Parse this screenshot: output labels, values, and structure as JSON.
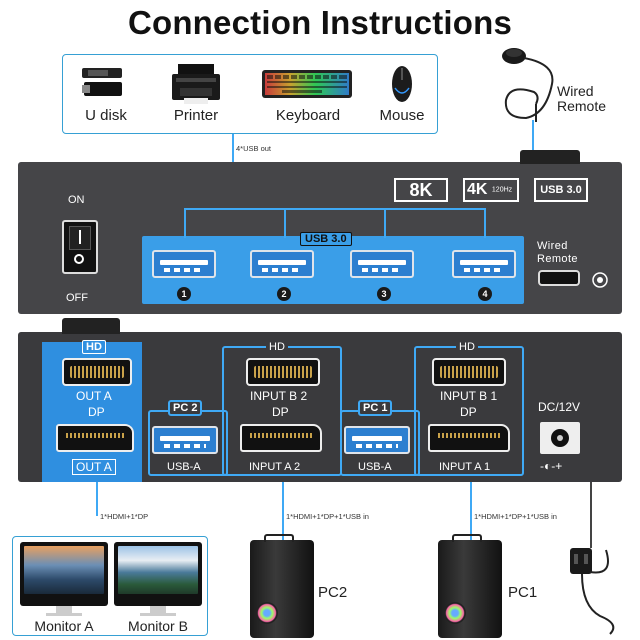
{
  "title": "Connection Instructions",
  "peripherals": [
    {
      "label": "U disk",
      "icon": "usb-drive-icon"
    },
    {
      "label": "Printer",
      "icon": "printer-icon"
    },
    {
      "label": "Keyboard",
      "icon": "keyboard-icon"
    },
    {
      "label": "Mouse",
      "icon": "mouse-icon"
    }
  ],
  "usb_out_note": "4*USB out",
  "wired_remote_top": "Wired\nRemote",
  "front": {
    "on": "ON",
    "off": "OFF",
    "badges": {
      "eightk": "8K",
      "fourk": "4K",
      "hz": "120Hz",
      "usb3": "USB 3.0"
    },
    "usb_label": "USB 3.0",
    "usb_ports": [
      "1",
      "2",
      "3",
      "4"
    ],
    "wired_remote": "Wired\nRemote"
  },
  "back": {
    "hd": "HD",
    "out_a": "OUT A",
    "dp": "DP",
    "out_a2": "OUT A",
    "pc2": "PC 2",
    "pc1": "PC 1",
    "input_b2": "INPUT B 2",
    "input_b1": "INPUT B 1",
    "input_a2": "INPUT A 2",
    "input_a1": "INPUT A 1",
    "usb_a": "USB-A",
    "dc": "DC/12V",
    "dc_symbol": "-◐-+"
  },
  "notes": {
    "monitors": "1*HDMI+1*DP",
    "pc2": "1*HDMI+1*DP+1*USB in",
    "pc1": "1*HDMI+1*DP+1*USB in"
  },
  "labels": {
    "monitor_a": "Monitor A",
    "monitor_b": "Monitor B",
    "pc2": "PC2",
    "pc1": "PC1"
  },
  "colors": {
    "accent": "#3fa9f5",
    "usb_blue": "#2c7fd0",
    "panel": "#454548"
  }
}
